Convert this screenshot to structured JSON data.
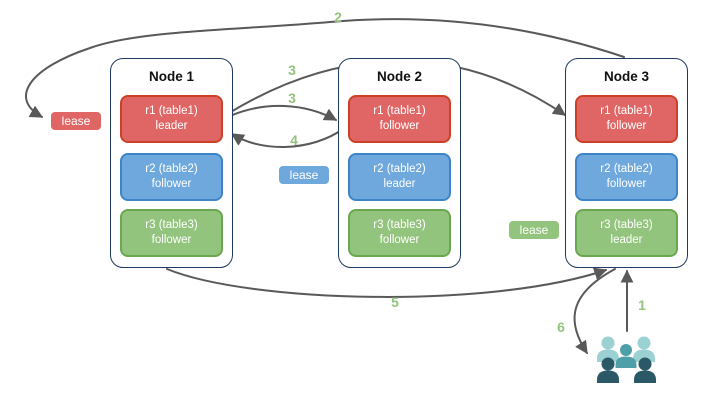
{
  "colors": {
    "red-fill": "#e06666",
    "red-border": "#cc4125",
    "blue-fill": "#6fa8dc",
    "blue-border": "#3d85c6",
    "green-fill": "#93c47d",
    "green-border": "#6aa84f",
    "node-border": "#1f3a5f",
    "arrow": "#595959",
    "step-label": "#93c47d",
    "users-light": "#9cd1d4",
    "users-mid": "#4f9fa8",
    "users-dark": "#2b5866"
  },
  "nodes": [
    {
      "title": "Node 1",
      "replicas": [
        {
          "name": "r1 (table1)",
          "role": "leader"
        },
        {
          "name": "r2 (table2)",
          "role": "follower"
        },
        {
          "name": "r3 (table3)",
          "role": "follower"
        }
      ]
    },
    {
      "title": "Node 2",
      "replicas": [
        {
          "name": "r1 (table1)",
          "role": "follower"
        },
        {
          "name": "r2 (table2)",
          "role": "leader"
        },
        {
          "name": "r3 (table3)",
          "role": "follower"
        }
      ]
    },
    {
      "title": "Node 3",
      "replicas": [
        {
          "name": "r1 (table1)",
          "role": "follower"
        },
        {
          "name": "r2 (table2)",
          "role": "follower"
        },
        {
          "name": "r3 (table3)",
          "role": "leader"
        }
      ]
    }
  ],
  "leases": {
    "red": "lease",
    "blue": "lease",
    "green": "lease"
  },
  "steps": {
    "s1": "1",
    "s2": "2",
    "s3a": "3",
    "s3b": "3",
    "s4": "4",
    "s5": "5",
    "s6": "6"
  },
  "icons": {
    "users_group": "users-group-icon"
  }
}
